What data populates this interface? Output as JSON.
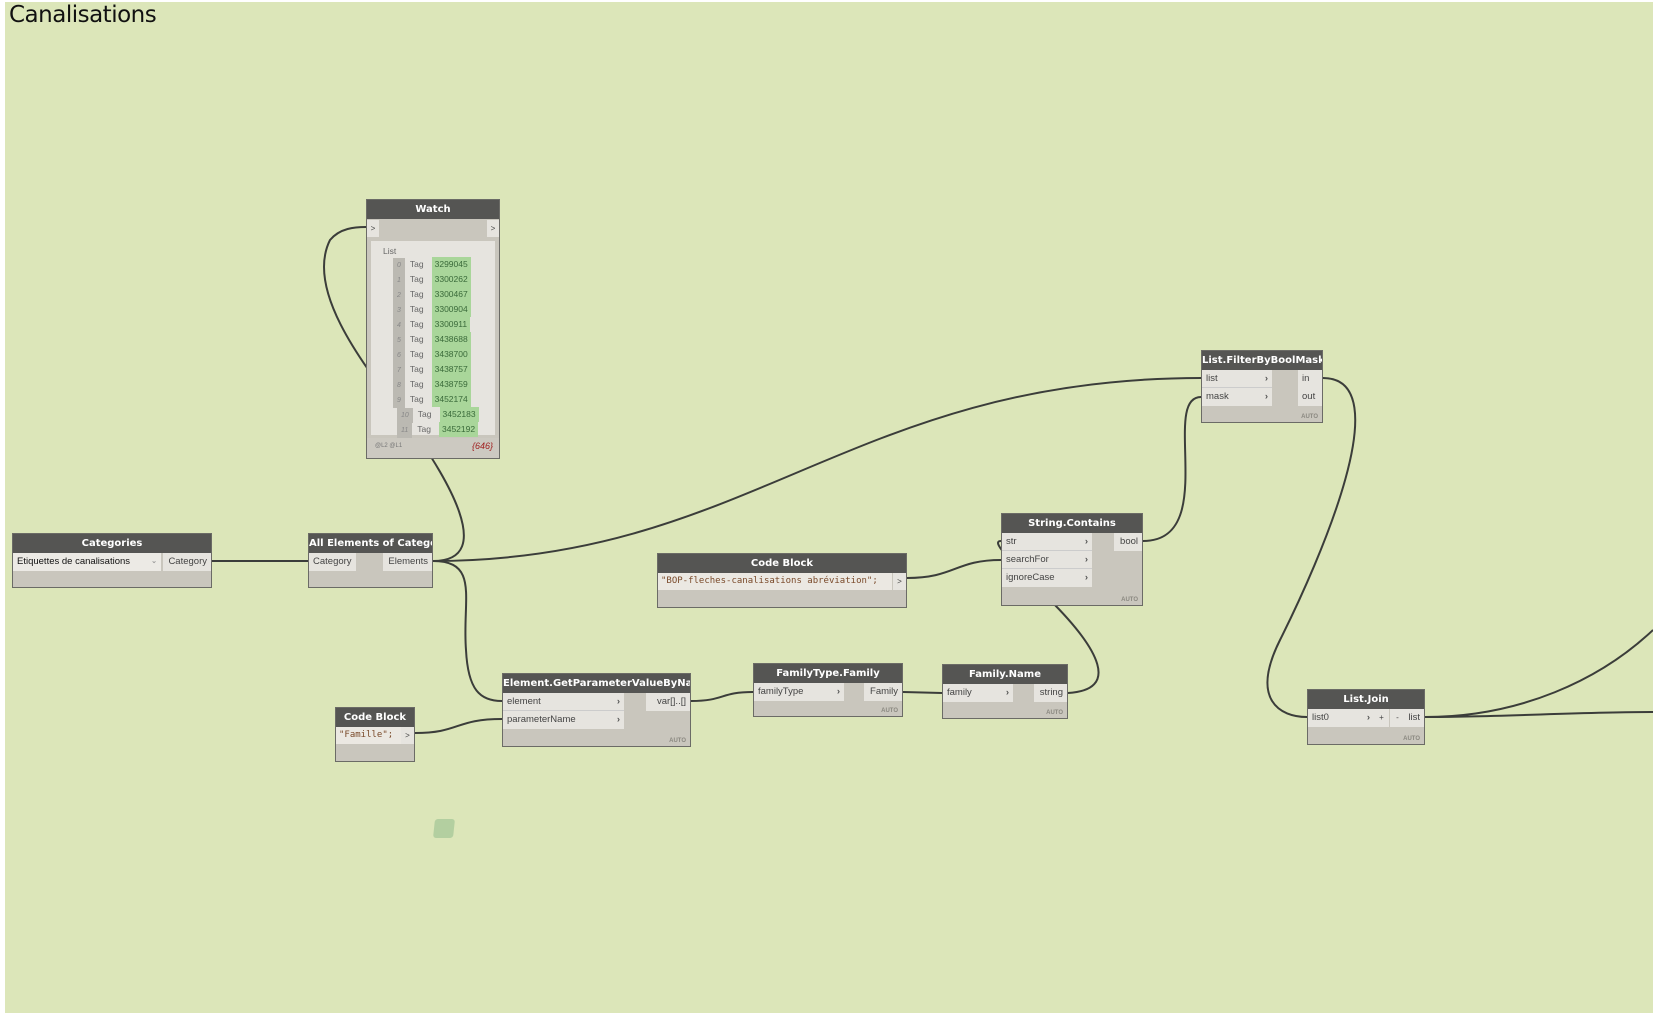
{
  "workspace": {
    "title": "Canalisations"
  },
  "colors": {
    "canvas": "#dce6b9",
    "header": "#555553",
    "wire": "#3b3d3a",
    "watch_value": "#a9d69a"
  },
  "nodes": {
    "watch": {
      "title": "Watch",
      "in": ">",
      "out": ">",
      "list_label": "List",
      "items": [
        {
          "index": "0",
          "type": "Tag",
          "value": "3299045"
        },
        {
          "index": "1",
          "type": "Tag",
          "value": "3300262"
        },
        {
          "index": "2",
          "type": "Tag",
          "value": "3300467"
        },
        {
          "index": "3",
          "type": "Tag",
          "value": "3300904"
        },
        {
          "index": "4",
          "type": "Tag",
          "value": "3300911"
        },
        {
          "index": "5",
          "type": "Tag",
          "value": "3438688"
        },
        {
          "index": "6",
          "type": "Tag",
          "value": "3438700"
        },
        {
          "index": "7",
          "type": "Tag",
          "value": "3438757"
        },
        {
          "index": "8",
          "type": "Tag",
          "value": "3438759"
        },
        {
          "index": "9",
          "type": "Tag",
          "value": "3452174"
        },
        {
          "index": "10",
          "type": "Tag",
          "value": "3452183"
        },
        {
          "index": "11",
          "type": "Tag",
          "value": "3452192"
        }
      ],
      "levels": "@L2 @L1",
      "count": "{646}"
    },
    "categories": {
      "title": "Categories",
      "selected": "Etiquettes de canalisations",
      "output": "Category"
    },
    "all_elements": {
      "title": "All Elements of Category",
      "input": "Category",
      "output": "Elements"
    },
    "code_block_1": {
      "title": "Code Block",
      "code": "\"Famille\";",
      "output": ">"
    },
    "get_param": {
      "title": "Element.GetParameterValueByName",
      "inputs": [
        "element",
        "parameterName"
      ],
      "output": "var[]..[]",
      "lacing": "AUTO"
    },
    "family_type": {
      "title": "FamilyType.Family",
      "input": "familyType",
      "output": "Family",
      "lacing": "AUTO"
    },
    "family_name": {
      "title": "Family.Name",
      "input": "family",
      "output": "string",
      "lacing": "AUTO"
    },
    "code_block_2": {
      "title": "Code Block",
      "code": "\"BOP-fleches-canalisations abréviation\";",
      "output": ">"
    },
    "string_contains": {
      "title": "String.Contains",
      "inputs": [
        "str",
        "searchFor",
        "ignoreCase"
      ],
      "output": "bool",
      "lacing": "AUTO"
    },
    "filter": {
      "title": "List.FilterByBoolMask",
      "inputs": [
        "list",
        "mask"
      ],
      "outputs": [
        "in",
        "out"
      ],
      "lacing": "AUTO"
    },
    "list_join": {
      "title": "List.Join",
      "input": "list0",
      "add": "+",
      "remove": "-",
      "output": "list",
      "lacing": "AUTO"
    }
  }
}
